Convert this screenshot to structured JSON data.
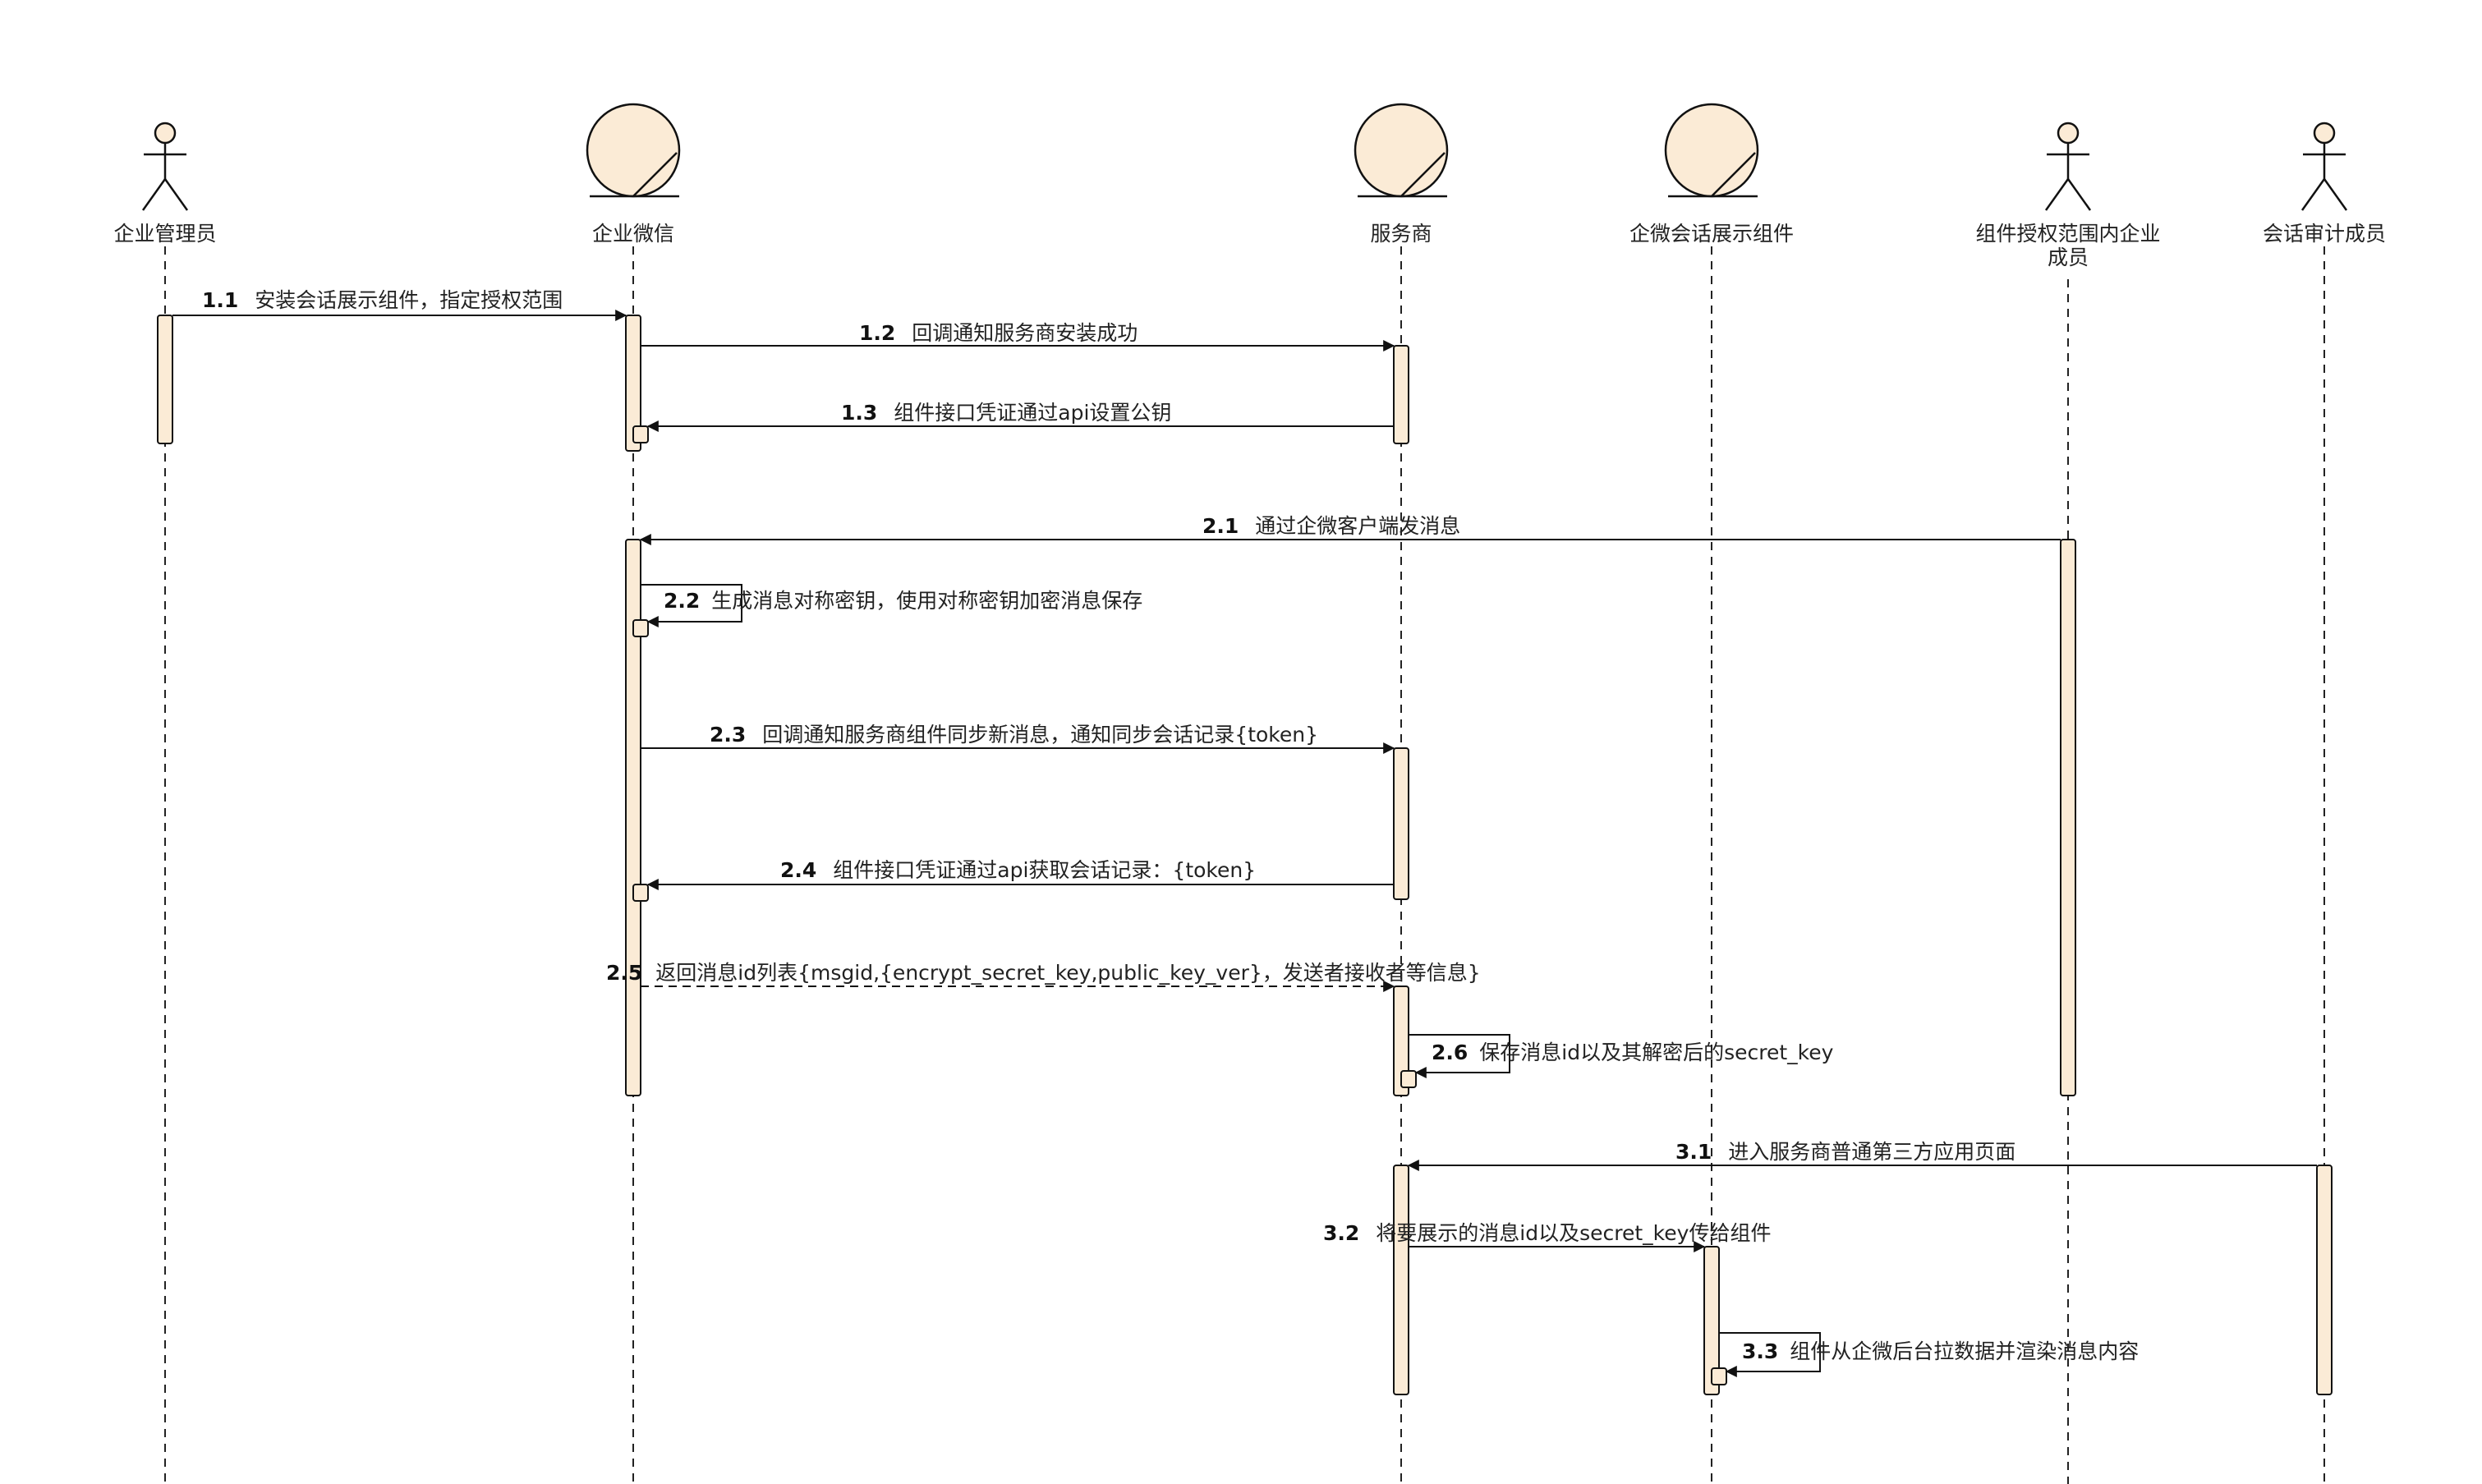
{
  "colors": {
    "stroke": "#111111",
    "fill": "#fbebd6",
    "lifeline": "#222222",
    "text": "#222222"
  },
  "participants": [
    {
      "id": "admin",
      "kind": "actor",
      "label": "企业管理员",
      "label2": ""
    },
    {
      "id": "wecom",
      "kind": "entity",
      "label": "企业微信",
      "label2": ""
    },
    {
      "id": "provider",
      "kind": "entity",
      "label": "服务商",
      "label2": ""
    },
    {
      "id": "component",
      "kind": "entity",
      "label": "企微会话展示组件",
      "label2": ""
    },
    {
      "id": "member",
      "kind": "actor",
      "label": "组件授权范围内企业",
      "label2": "成员"
    },
    {
      "id": "auditor",
      "kind": "actor",
      "label": "会话审计成员",
      "label2": ""
    }
  ],
  "messages": [
    {
      "num": "1.1",
      "text": "安装会话展示组件，指定授权范围",
      "from": "admin",
      "to": "wecom",
      "style": "solid"
    },
    {
      "num": "1.2",
      "text": "回调通知服务商安装成功",
      "from": "wecom",
      "to": "provider",
      "style": "solid"
    },
    {
      "num": "1.3",
      "text": "组件接口凭证通过api设置公钥",
      "from": "provider",
      "to": "wecom",
      "style": "solid"
    },
    {
      "num": "2.1",
      "text": "通过企微客户端发消息",
      "from": "member",
      "to": "wecom",
      "style": "solid"
    },
    {
      "num": "2.2",
      "text": "生成消息对称密钥，使用对称密钥加密消息保存",
      "from": "wecom",
      "to": "wecom",
      "style": "self"
    },
    {
      "num": "2.3",
      "text": "回调通知服务商组件同步新消息，通知同步会话记录{token}",
      "from": "wecom",
      "to": "provider",
      "style": "solid"
    },
    {
      "num": "2.4",
      "text": "组件接口凭证通过api获取会话记录：{token}",
      "from": "provider",
      "to": "wecom",
      "style": "solid"
    },
    {
      "num": "2.5",
      "text": "返回消息id列表{msgid,{encrypt_secret_key,public_key_ver}，发送者接收者等信息}",
      "from": "wecom",
      "to": "provider",
      "style": "dashed"
    },
    {
      "num": "2.6",
      "text": "保存消息id以及其解密后的secret_key",
      "from": "provider",
      "to": "provider",
      "style": "self"
    },
    {
      "num": "3.1",
      "text": "进入服务商普通第三方应用页面",
      "from": "auditor",
      "to": "provider",
      "style": "solid"
    },
    {
      "num": "3.2",
      "text": "将要展示的消息id以及secret_key传给组件",
      "from": "provider",
      "to": "component",
      "style": "solid"
    },
    {
      "num": "3.3",
      "text": "组件从企微后台拉数据并渲染消息内容",
      "from": "component",
      "to": "component",
      "style": "self"
    }
  ]
}
